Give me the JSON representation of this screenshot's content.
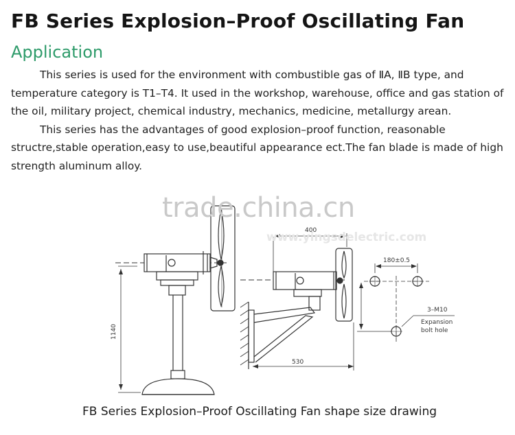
{
  "title": "FB Series Explosion–Proof Oscillating Fan",
  "section_heading": "Application",
  "paragraphs": [
    "This series is used for the environment with combustible gas of ⅡA, ⅡB type, and temperature category is T1–T4. It used in the workshop, warehouse, office and gas station of the oil, military project, chemical industry, mechanics, medicine, metallurgy arean.",
    "This series has the advantages of good explosion–proof function, reasonable structre,stable operation,easy to use,beautiful appearance ect.The fan blade is made of high strength aluminum alloy."
  ],
  "watermark": "trade.china.cn",
  "watermark_url": "www.yingsdelectric.com",
  "drawing": {
    "dim_height": "1140",
    "dim_top_width": "400",
    "dim_bottom_width": "530",
    "dim_bolt_spacing": "180±0.5",
    "bolt_spec": "3–M10",
    "bolt_note_1": "Expansion",
    "bolt_note_2": "bolt hole"
  },
  "caption": "FB Series Explosion–Proof Oscillating Fan shape size drawing",
  "colors": {
    "section_heading": "#2e9b6a",
    "line": "#333333"
  }
}
